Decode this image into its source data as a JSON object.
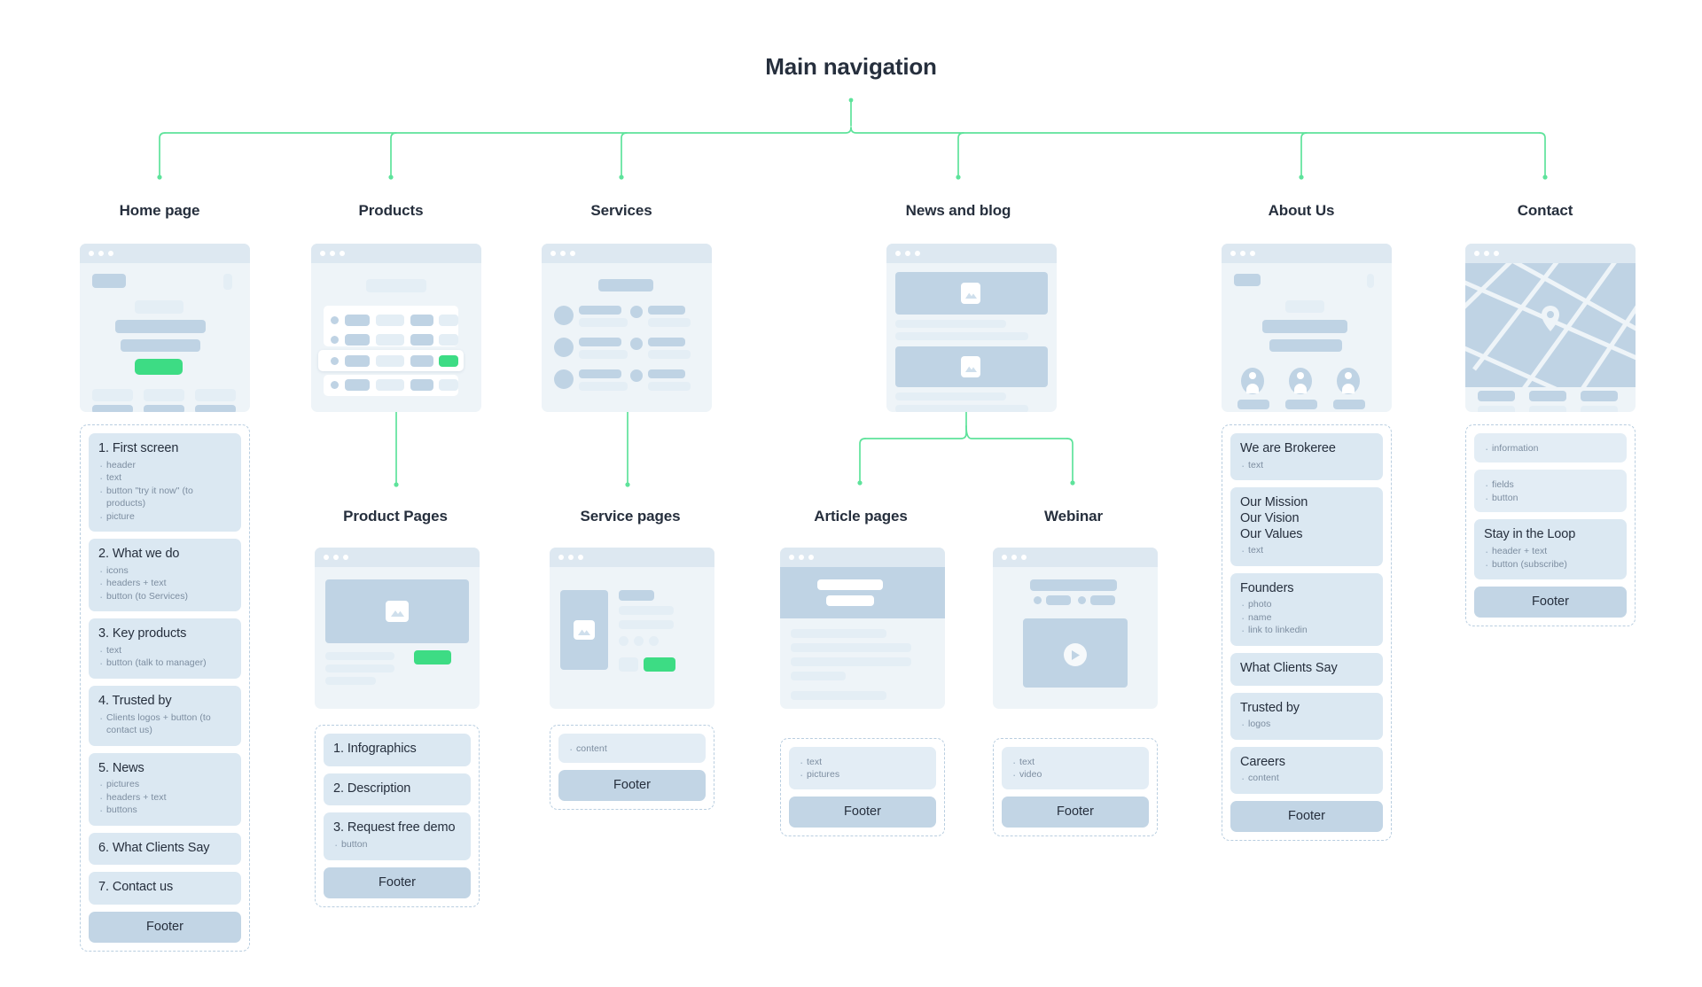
{
  "title": "Main navigation",
  "colors": {
    "connector": "#5ee39b",
    "accent_green": "#3ddc84",
    "card_bg": "#dbe8f2",
    "footer_bg": "#c2d5e5",
    "mock_bg": "#eef4f8",
    "text": "#262f3d",
    "muted": "#7c8da0",
    "dash_border": "#b9cee0"
  },
  "footer_label": "Footer",
  "columns": [
    {
      "id": "home-page",
      "heading": "Home page",
      "mock": "home-page-wireframe",
      "sections": [
        {
          "title": "1. First screen",
          "items": [
            "header",
            "text",
            "button \"try it now\" (to products)",
            "picture"
          ]
        },
        {
          "title": "2. What we do",
          "items": [
            "icons",
            "headers + text",
            "button (to Services)"
          ]
        },
        {
          "title": "3. Key products",
          "items": [
            "text",
            "button (talk to manager)"
          ]
        },
        {
          "title": "4. Trusted by",
          "items": [
            "Clients logos + button (to contact us)"
          ]
        },
        {
          "title": "5. News",
          "items": [
            "pictures",
            "headers + text",
            "buttons"
          ]
        },
        {
          "title": "6. What Clients Say",
          "items": []
        },
        {
          "title": "7. Contact us",
          "items": []
        }
      ]
    },
    {
      "id": "products",
      "heading": "Products",
      "mock": "products-wireframe",
      "sections": []
    },
    {
      "id": "services",
      "heading": "Services",
      "mock": "services-wireframe",
      "sections": []
    },
    {
      "id": "news-and-blog",
      "heading": "News and blog",
      "mock": "news-blog-wireframe",
      "sections": []
    },
    {
      "id": "about-us",
      "heading": "About Us",
      "mock": "about-us-wireframe",
      "sections": [
        {
          "title": "We are Brokeree",
          "items": [
            "text"
          ]
        },
        {
          "title": "Our Mission\nOur Vision\nOur Values",
          "items": [
            "text"
          ]
        },
        {
          "title": "Founders",
          "items": [
            "photo",
            "name",
            "link to linkedin"
          ]
        },
        {
          "title": "What Clients Say",
          "items": []
        },
        {
          "title": "Trusted by",
          "items": [
            "logos"
          ]
        },
        {
          "title": "Careers",
          "items": [
            "content"
          ]
        }
      ]
    },
    {
      "id": "contact",
      "heading": "Contact",
      "mock": "contact-map-wireframe",
      "sections": [
        {
          "title": "",
          "items": [
            "information"
          ]
        },
        {
          "title": "",
          "items": [
            "fields",
            "button"
          ]
        },
        {
          "title": "Stay in the Loop",
          "items": [
            "header + text",
            "button (subscribe)"
          ]
        }
      ]
    }
  ],
  "subcolumns": [
    {
      "id": "product-pages",
      "heading": "Product Pages",
      "mock": "product-page-wireframe",
      "sections": [
        {
          "title": "1. Infographics",
          "items": []
        },
        {
          "title": "2. Description",
          "items": []
        },
        {
          "title": "3. Request free demo",
          "items": [
            "button"
          ]
        }
      ]
    },
    {
      "id": "service-pages",
      "heading": "Service pages",
      "mock": "service-page-wireframe",
      "sections": [
        {
          "title": "",
          "items": [
            "content"
          ]
        }
      ]
    },
    {
      "id": "article-pages",
      "heading": "Article pages",
      "mock": "article-page-wireframe",
      "sections": [
        {
          "title": "",
          "items": [
            "text",
            "pictures"
          ]
        }
      ]
    },
    {
      "id": "webinar",
      "heading": "Webinar",
      "mock": "webinar-page-wireframe",
      "sections": [
        {
          "title": "",
          "items": [
            "text",
            "video"
          ]
        }
      ]
    }
  ]
}
